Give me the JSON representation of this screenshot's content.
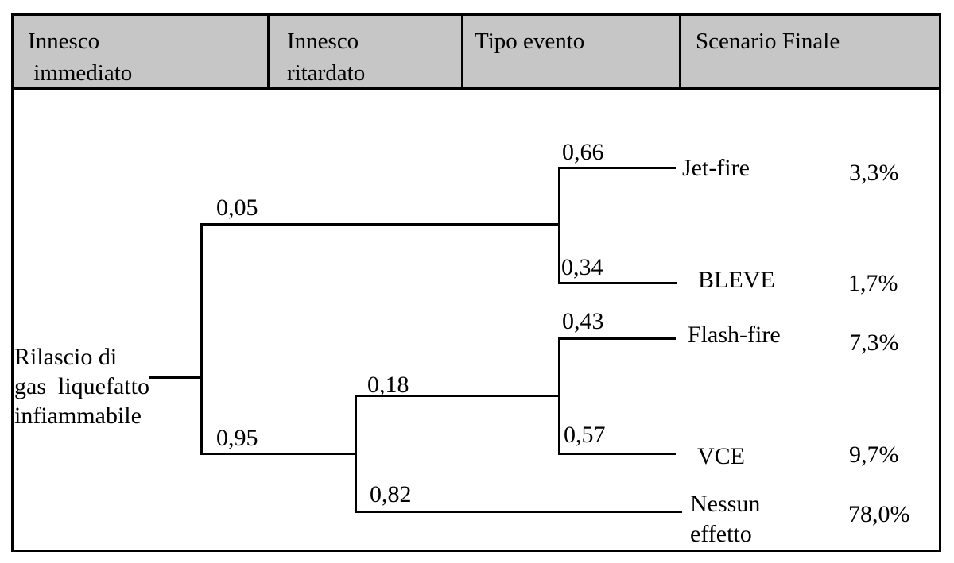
{
  "figure": {
    "type": "event-tree",
    "language": "it",
    "header_fill": "#c6c6c6",
    "line_color": "#000000",
    "background": "#ffffff"
  },
  "header": {
    "col1": "Innesco\n immediato",
    "col2": "Innesco\nritardato",
    "col3": "Tipo evento",
    "col4": "Scenario Finale"
  },
  "tree": {
    "root_label": "Rilascio di\ngas  liquefatto\ninfiammabile",
    "prob_immediate_yes": "0,05",
    "prob_immediate_no": "0,95",
    "prob_delayed_yes": "0,18",
    "prob_delayed_no": "0,82",
    "prob_jetfire": "0,66",
    "prob_bleve": "0,34",
    "prob_flashfire": "0,43",
    "prob_vce": "0,57",
    "outcomes": [
      {
        "label": "Jet-fire",
        "pct": "3,3%"
      },
      {
        "label": "BLEVE",
        "pct": "1,7%"
      },
      {
        "label": "Flash-fire",
        "pct": "7,3%"
      },
      {
        "label": "VCE",
        "pct": "9,7%"
      },
      {
        "label": "Nessun\neffetto",
        "pct": "78,0%"
      }
    ]
  }
}
